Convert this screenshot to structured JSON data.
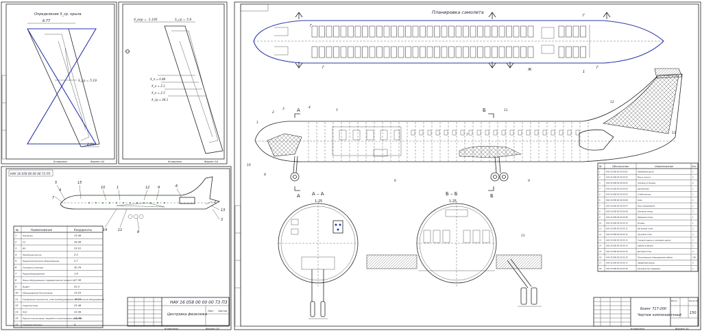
{
  "sheet_left_top_a": {
    "title": "Определение S_ср. крыла",
    "dim_top": "6.77",
    "dim_bottom": "2.25",
    "dim_chord": "S_ср = 5.19",
    "stamp_left": "Копировал",
    "stamp_right": "Формат А4"
  },
  "sheet_left_top_b": {
    "label_top_1": "X_кор = -1.195",
    "label_top_2": "S_ср = 5.9",
    "label_1": "X_п = 0.48",
    "label_2": "X_н = 2.1",
    "label_3": "X_н = 2.3",
    "label_4": "X_ср = 24.1",
    "stamp_left": "Копировал",
    "stamp_right": "Формат А4"
  },
  "sheet_left_bottom": {
    "code_rotated": "НАУ 16 058 00 00 00 73 ПЗ",
    "table_headers": [
      "№",
      "Наименование",
      "Координаты"
    ],
    "table_rows": [
      [
        "1",
        "Фюзеляж",
        "15.06"
      ],
      [
        "2",
        "ГО",
        "39.06"
      ],
      [
        "3",
        "ВО",
        "33.01"
      ],
      [
        "4",
        "Приборная доска",
        "2.5"
      ],
      [
        "5",
        "Радиоэлектронное оборудование",
        "2.7"
      ],
      [
        "6",
        "Силовая установка",
        "30.79"
      ],
      [
        "7",
        "Радиооборудование",
        "1.6"
      ],
      [
        "8",
        "Ниша оборудования гидравлической жидкости",
        "17.38"
      ],
      [
        "9",
        "Буфет",
        "25.5"
      ],
      [
        "10",
        "Оборудование Пассажиров",
        "15.03"
      ],
      [
        "11",
        "Управление самолетом, электрооборудование, пилотажное оборудование",
        "18.23"
      ],
      [
        "12",
        "Гидросистема",
        "23.46"
      ],
      [
        "13",
        "ПОС",
        "33.49"
      ],
      [
        "14",
        "Кресла пассажиров, аварийно-спасательные средства",
        "17.46"
      ],
      [
        "15",
        "Сидение экипажа",
        "4"
      ]
    ],
    "callouts": [
      "1",
      "2",
      "3",
      "4",
      "5",
      "6",
      "7",
      "8",
      "9",
      "10",
      "11",
      "12",
      "13",
      "14",
      "15"
    ],
    "title_block_code": "НАУ 16 058 00 00 00 73 ПЗ",
    "title_block_name": "Центровка фюзеляжа",
    "title_block_sheet": "Лист",
    "title_block_sheets": "Листов",
    "stamp_left": "Копировал",
    "stamp_right": "Формат А3"
  },
  "sheet_right": {
    "plan_title": "Планировка самолета",
    "plan_labels": [
      "Г",
      "Г",
      "Г",
      "Г",
      "Ж",
      "1"
    ],
    "side_callouts": [
      "1",
      "2",
      "3",
      "4",
      "5",
      "6",
      "7",
      "8",
      "9",
      "10",
      "11",
      "12",
      "13"
    ],
    "section_a_mark": "А",
    "section_b_mark": "Б",
    "section_a_title": "А – А",
    "section_a_scale": "1:25",
    "section_b_title": "Б – Б",
    "section_b_scale": "1:25",
    "spec_headers": [
      "№",
      "Обозначение",
      "Наименование",
      "Кол."
    ],
    "spec_rows": [
      [
        "1",
        "НАУ 16 058 00 00 00 01",
        "Приборная доска",
        "1"
      ],
      [
        "2",
        "НАУ 16 058 00 00 00 02",
        "Место пилота",
        "2"
      ],
      [
        "3",
        "НАУ 16 058 00 00 00 03",
        "Силовая установка",
        "2"
      ],
      [
        "4",
        "НАУ 16 058 00 00 00 04",
        "Центроплан",
        "1"
      ],
      [
        "5",
        "НАУ 16 058 00 00 00 05",
        "Стабилизатор",
        "1"
      ],
      [
        "6",
        "НАУ 16 058 00 00 00 06",
        "Киль",
        "1"
      ],
      [
        "7",
        "НАУ 16 058 00 00 00 07",
        "Руль направления",
        "1"
      ],
      [
        "8",
        "НАУ 16 058 00 00 00 08",
        "Основная опора",
        "2"
      ],
      [
        "9",
        "НАУ 16 058 00 00 00 09",
        "Передняя опора",
        "1"
      ],
      [
        "10",
        "НАУ 16 058 00 00 00 10",
        "Фонарь",
        "1"
      ],
      [
        "11",
        "НАУ 16 058 00 00 00 11",
        "Багажный отсек",
        "2"
      ],
      [
        "12",
        "НАУ 16 058 00 00 00 12",
        "Грузовой отсек",
        "2"
      ],
      [
        "13",
        "НАУ 16 058 00 00 00 13",
        "Силовой каркас и лонжерон крыла",
        "2"
      ],
      [
        "14",
        "НАУ 16 058 00 00 00 14",
        "Кабина экипажа",
        "1"
      ],
      [
        "15",
        "НАУ 16 058 00 00 00 15",
        "Бытовой отсек",
        "2"
      ],
      [
        "16",
        "НАУ 16 058 00 00 00 16",
        "Пассажирское оборудование кабины",
        "156"
      ],
      [
        "17",
        "НАУ 16 058 00 00 00 17",
        "Аварийный выход",
        "4"
      ],
      [
        "18",
        "НАУ 16 058 00 00 00 18",
        "Грузовой люк передний",
        "1"
      ]
    ],
    "title_block_name_1": "Боинг 717-200",
    "title_block_name_2": "Чертеж компоновочный",
    "title_block_sheet_count": "150",
    "title_block_mass": "Масса",
    "title_block_scale": "Масштаб",
    "stamp_left": "Копировал",
    "stamp_right": "Формат А1"
  }
}
